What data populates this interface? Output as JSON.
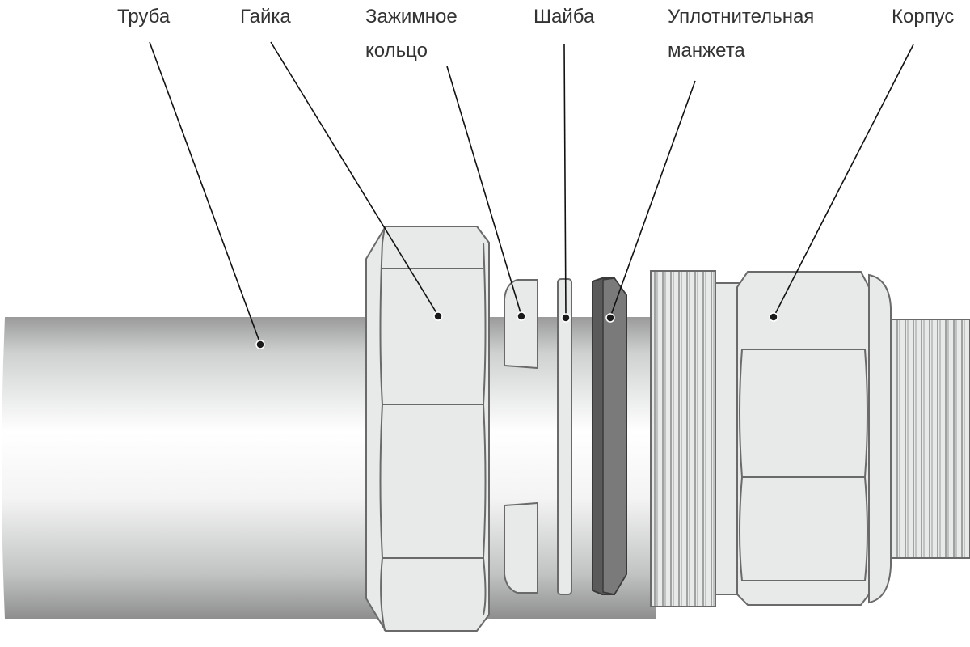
{
  "title": "Устройство компрессионного фитинга",
  "labels": {
    "pipe": "Труба",
    "nut": "Гайка",
    "ring_line1": "Зажимное",
    "ring_line2": "кольцо",
    "washer": "Шайба",
    "seal_line1": "Уплотнительная",
    "seal_line2": "манжета",
    "body": "Корпус"
  },
  "colors": {
    "seal": "#5a5a5a",
    "part_fill": "#e8eaea",
    "outline": "#6a6a6a"
  }
}
